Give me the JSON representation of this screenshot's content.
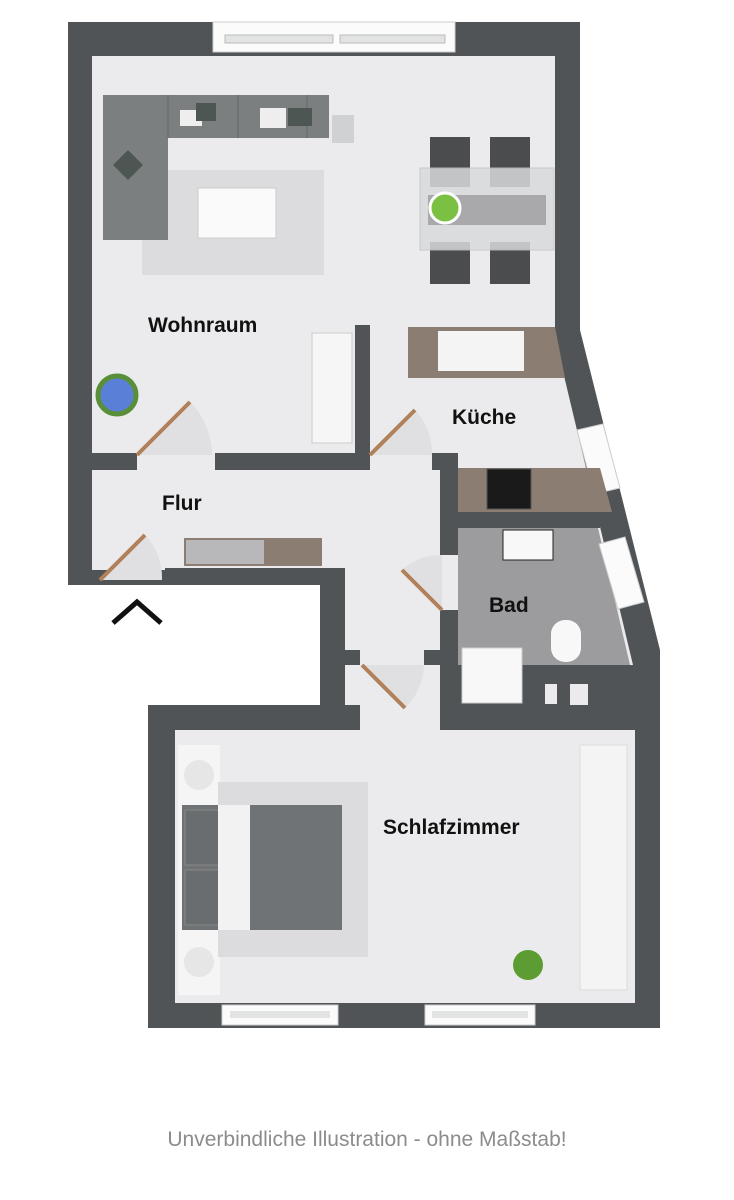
{
  "rooms": {
    "wohnraum": "Wohnraum",
    "kueche": "Küche",
    "flur": "Flur",
    "bad": "Bad",
    "schlafzimmer": "Schlafzimmer"
  },
  "caption": "Unverbindliche Illustration - ohne Maßstab!",
  "colors": {
    "wall": "#505457",
    "floor": "#ebebed",
    "bath_floor": "#9c9c9e",
    "door": "#b0815a",
    "wood": "#8b7d72"
  },
  "icons": [
    "entrance-arrow-icon",
    "plant-icon",
    "sofa-icon",
    "bed-icon",
    "stove-icon",
    "sink-icon",
    "toilet-icon",
    "shower-icon"
  ]
}
